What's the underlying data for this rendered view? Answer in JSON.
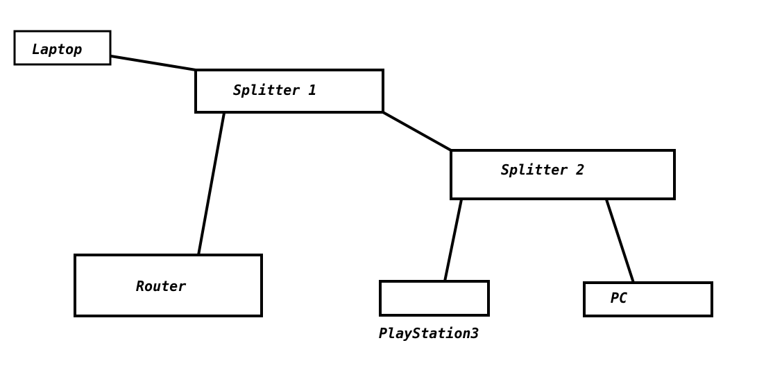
{
  "diagram": {
    "colors": {
      "stroke": "#000000",
      "background": "#ffffff",
      "text": "#000000"
    },
    "nodes": {
      "laptop": {
        "label": "Laptop"
      },
      "splitter1": {
        "label": "Splitter 1"
      },
      "splitter2": {
        "label": "Splitter 2"
      },
      "router": {
        "label": "Router"
      },
      "playstation3": {
        "label": "PlayStation3"
      },
      "pc": {
        "label": "PC"
      }
    },
    "edges": [
      {
        "from": "Laptop",
        "to": "Splitter 1"
      },
      {
        "from": "Splitter 1",
        "to": "Router"
      },
      {
        "from": "Splitter 1",
        "to": "Splitter 2"
      },
      {
        "from": "Splitter 2",
        "to": "PlayStation3"
      },
      {
        "from": "Splitter 2",
        "to": "PC"
      }
    ]
  }
}
